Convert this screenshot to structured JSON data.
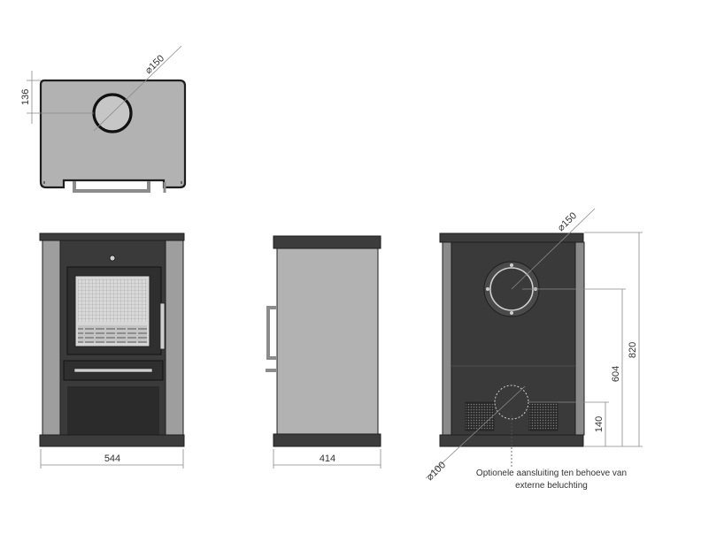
{
  "colors": {
    "panel": "#b2b2b2",
    "dark": "#3c3c3c",
    "frame": "#1e1e1e",
    "window": "#d8d8d8",
    "line": "#8a8a8a",
    "text": "#333333"
  },
  "views": {
    "top": {
      "flue_diameter": "150",
      "depth_offset": "136"
    },
    "front": {
      "width": "544"
    },
    "side": {
      "depth": "414"
    },
    "rear": {
      "flue_diameter": "150",
      "total_height": "820",
      "flue_center_height": "604",
      "air_inlet_height": "140",
      "air_inlet_diameter": "100",
      "note_line1": "Optionele aansluiting ten behoeve van",
      "note_line2": "externe beluchting"
    }
  },
  "icons": {
    "diameter_symbol": "diameter-symbol-icon",
    "handle": "door-handle-icon",
    "vent_grille": "vent-grille-icon"
  }
}
